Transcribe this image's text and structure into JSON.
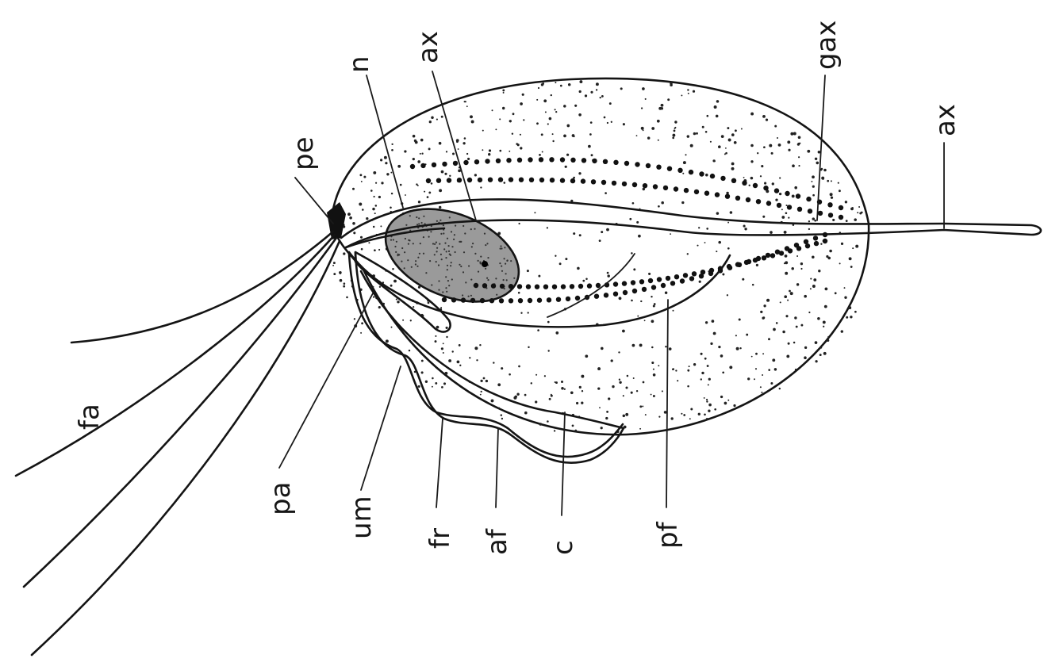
{
  "figure": {
    "ink_color": "#141414",
    "background": "#ffffff"
  },
  "labels": {
    "n": "n",
    "ax_upper": "ax",
    "gax": "gax",
    "ax_tail": "ax",
    "pe": "pe",
    "fa": "fa",
    "pa": "pa",
    "um": "um",
    "fr": "fr",
    "af": "af",
    "c": "c",
    "pf": "pf"
  }
}
